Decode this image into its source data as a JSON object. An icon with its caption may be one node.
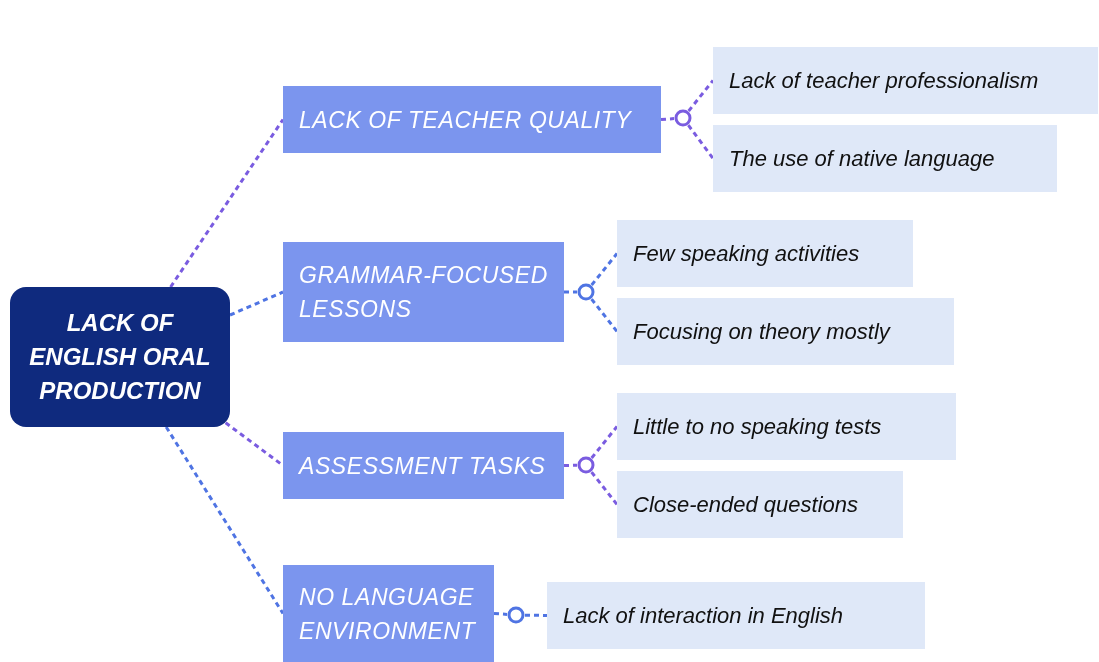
{
  "diagram": {
    "nodes": [
      {
        "text": [
          "LACK OF ENGLISH ORAL PRODUCTION"
        ]
      },
      {
        "text": [
          "LACK OF TEACHER QUALITY"
        ]
      },
      {
        "text": [],
        "shape": "circle"
      },
      {
        "text": [
          "Lack of teacher professionalism"
        ]
      },
      {
        "text": [
          "The use of native language"
        ]
      },
      {
        "text": [
          "GRAMMAR-FOCUSED LESSONS"
        ]
      },
      {
        "text": [],
        "shape": "circle"
      },
      {
        "text": [
          "Few speaking activities"
        ]
      },
      {
        "text": [
          "Focusing on theory mostly"
        ]
      },
      {
        "text": [
          "ASSESSMENT TASKS"
        ]
      },
      {
        "text": [],
        "shape": "circle"
      },
      {
        "text": [
          "Little to no speaking tests"
        ]
      },
      {
        "text": [
          "Close-ended questions"
        ]
      },
      {
        "text": [
          "NO LANGUAGE ENVIRONMENT"
        ]
      },
      {
        "text": [],
        "shape": "circle"
      },
      {
        "text": [
          "Lack of interaction in English"
        ]
      }
    ],
    "edges": [
      {
        "from": 0,
        "to": 1,
        "arrow": "none",
        "style": "dashed"
      },
      {
        "from": 0,
        "to": 5,
        "arrow": "none",
        "style": "dashed",
        "color": "#4f74e3"
      },
      {
        "from": 0,
        "to": 9,
        "arrow": "none",
        "style": "dashed"
      },
      {
        "from": 0,
        "to": 13,
        "arrow": "none",
        "style": "dashed",
        "color": "#4f74e3"
      },
      {
        "from": 1,
        "to": 2,
        "arrow": "none",
        "style": "dashed"
      },
      {
        "from": 2,
        "to": 3,
        "arrow": "none",
        "style": "dashed"
      },
      {
        "from": 2,
        "to": 4,
        "arrow": "none",
        "style": "dashed"
      },
      {
        "from": 5,
        "to": 6,
        "arrow": "none",
        "style": "dashed",
        "color": "#4f74e3"
      },
      {
        "from": 6,
        "to": 7,
        "arrow": "none",
        "style": "dashed",
        "color": "#4f74e3"
      },
      {
        "from": 6,
        "to": 8,
        "arrow": "none",
        "style": "dashed",
        "color": "#4f74e3"
      },
      {
        "from": 9,
        "to": 10,
        "arrow": "none",
        "style": "dashed"
      },
      {
        "from": 10,
        "to": 11,
        "arrow": "none",
        "style": "dashed"
      },
      {
        "from": 10,
        "to": 12,
        "arrow": "none",
        "style": "dashed"
      },
      {
        "from": 13,
        "to": 14,
        "arrow": "none",
        "style": "dashed",
        "color": "#4f74e3"
      },
      {
        "from": 14,
        "to": 15,
        "arrow": "none",
        "style": "dashed",
        "color": "#4f74e3"
      }
    ]
  }
}
